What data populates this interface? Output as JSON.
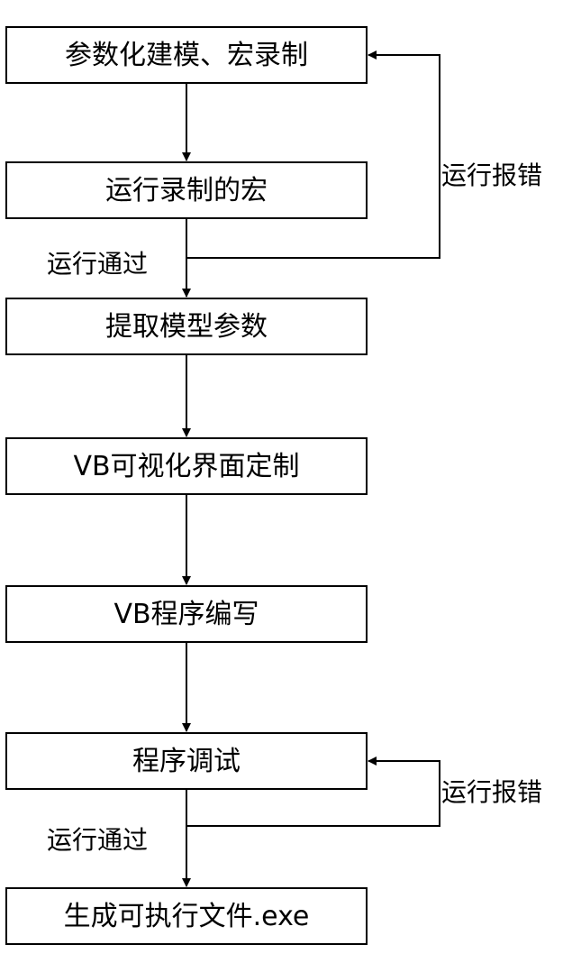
{
  "diagram": {
    "steps": [
      "参数化建模、宏录制",
      "运行录制的宏",
      "提取模型参数",
      "VB可视化界面定制",
      "VB程序编写",
      "程序调试",
      "生成可执行文件.exe"
    ],
    "labels": {
      "pass_1": "运行通过",
      "error_1": "运行报错",
      "pass_2": "运行通过",
      "error_2": "运行报错"
    }
  }
}
